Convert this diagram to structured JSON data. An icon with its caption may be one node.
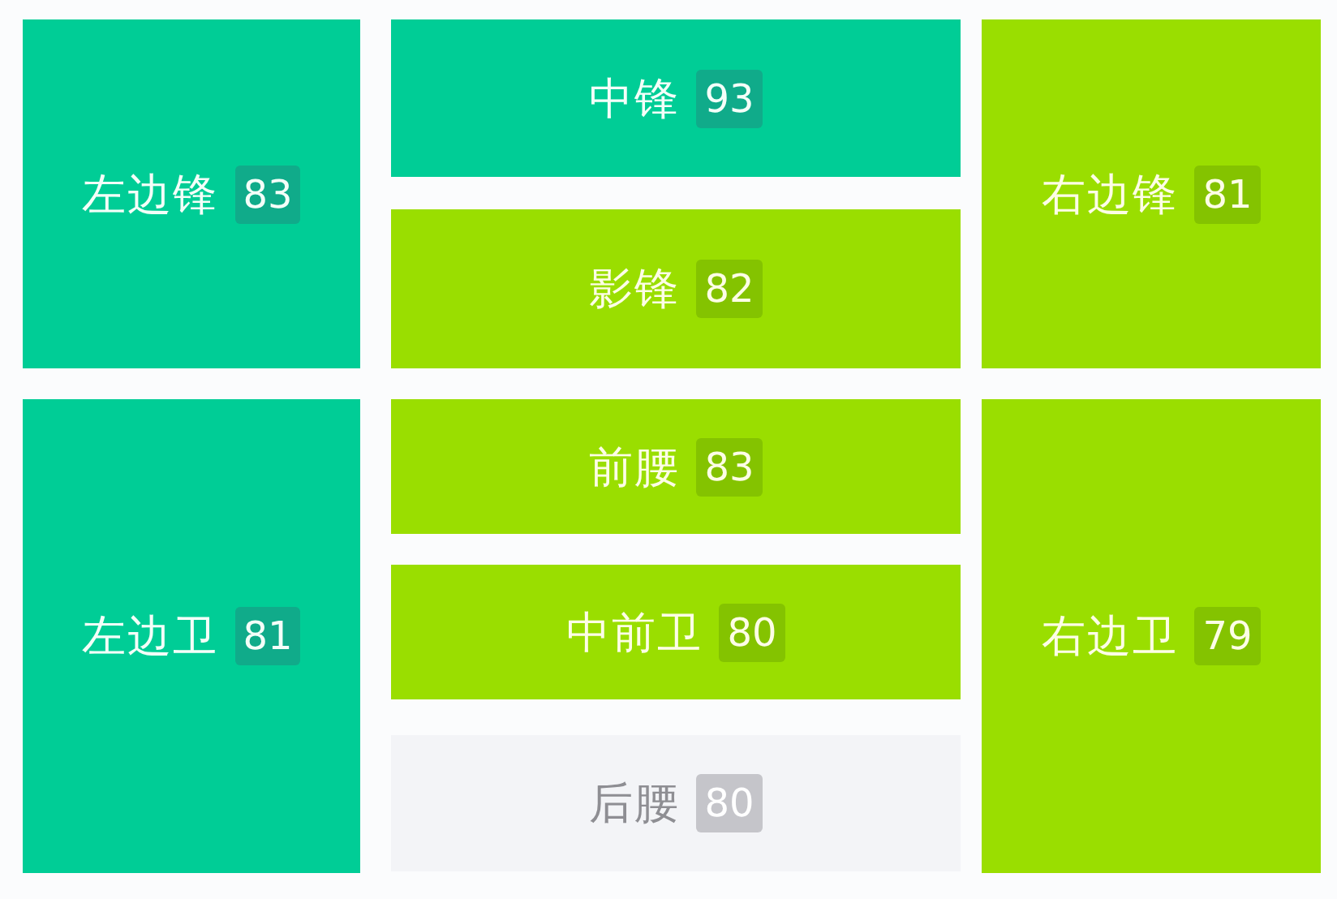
{
  "diagram": {
    "nodes": [
      {
        "text": [
          "左边锋",
          "83"
        ]
      },
      {
        "text": [
          "中锋",
          "93"
        ]
      },
      {
        "text": [
          "右边锋",
          "81"
        ]
      },
      {
        "text": [
          "影锋",
          "82"
        ]
      },
      {
        "text": [
          "左边卫",
          "81"
        ]
      },
      {
        "text": [
          "前腰",
          "83"
        ]
      },
      {
        "text": [
          "右边卫",
          "79"
        ]
      },
      {
        "text": [
          "中前卫",
          "80"
        ]
      },
      {
        "text": [
          "后腰",
          "80"
        ]
      }
    ]
  }
}
